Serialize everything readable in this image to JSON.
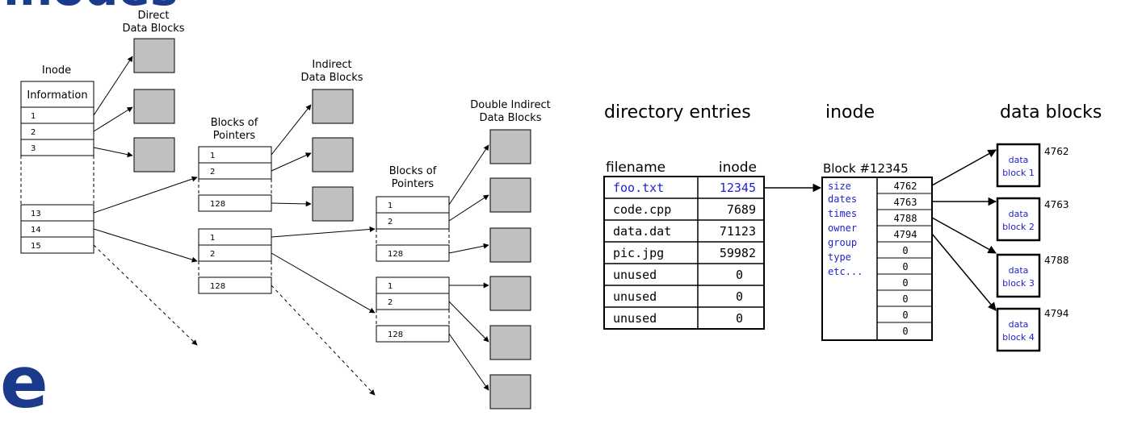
{
  "title": "inodes",
  "logo_letter": "e",
  "left_diagram": {
    "inode_label": "Inode",
    "information_label": "Information",
    "inode_rows": [
      "1",
      "2",
      "3",
      "13",
      "14",
      "15"
    ],
    "direct_label_line1": "Direct",
    "direct_label_line2": "Data Blocks",
    "indirect_label_line1": "Indirect",
    "indirect_label_line2": "Data Blocks",
    "double_indirect_label_line1": "Double Indirect",
    "double_indirect_label_line2": "Data Blocks",
    "blocks_of_pointers_line1": "Blocks of",
    "blocks_of_pointers_line2": "Pointers",
    "pointer_rows": [
      "1",
      "2",
      "128"
    ],
    "colors": {
      "data_block_fill": "#c0c0c0",
      "stroke": "#000000"
    }
  },
  "right_diagram": {
    "directory_entries_title": "directory entries",
    "inode_title": "inode",
    "data_blocks_title": "data blocks",
    "table_headers": {
      "filename": "filename",
      "inode": "inode"
    },
    "entries": [
      {
        "filename": "foo.txt",
        "inode": "12345",
        "highlight": true
      },
      {
        "filename": "code.cpp",
        "inode": "7689",
        "highlight": false
      },
      {
        "filename": "data.dat",
        "inode": "71123",
        "highlight": false
      },
      {
        "filename": "pic.jpg",
        "inode": "59982",
        "highlight": false
      },
      {
        "filename": "unused",
        "inode": "0",
        "highlight": false
      },
      {
        "filename": "unused",
        "inode": "0",
        "highlight": false
      },
      {
        "filename": "unused",
        "inode": "0",
        "highlight": false
      }
    ],
    "block_label": "Block  #12345",
    "inode_fields": [
      "size",
      "dates",
      "times",
      "owner",
      "group",
      "type",
      "etc..."
    ],
    "block_pointers": [
      "4762",
      "4763",
      "4788",
      "4794",
      "0",
      "0",
      "0",
      "0",
      "0",
      "0"
    ],
    "data_blocks": [
      {
        "line1": "data",
        "line2": "block 1",
        "number": "4762"
      },
      {
        "line1": "data",
        "line2": "block 2",
        "number": "4763"
      },
      {
        "line1": "data",
        "line2": "block 3",
        "number": "4788"
      },
      {
        "line1": "data",
        "line2": "block 4",
        "number": "4794"
      }
    ],
    "colors": {
      "highlight_text": "#2222cc",
      "stroke": "#000000"
    }
  }
}
